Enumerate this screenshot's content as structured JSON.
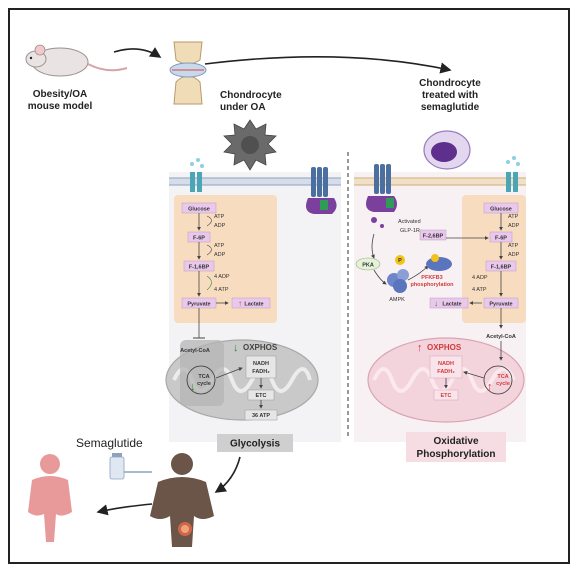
{
  "left_top": {
    "model_line1": "Obesity/OA",
    "model_line2": "mouse model"
  },
  "chondro_oa": {
    "line1": "Chondrocyte",
    "line2": "under OA"
  },
  "chondro_sema": {
    "line1": "Chondrocyte",
    "line2": "treated with",
    "line3": "semaglutide"
  },
  "left_panel": {
    "glucose": "Glucose",
    "atp1": "ATP",
    "adp1": "ADP",
    "f6p": "F-6P",
    "atp2": "ATP",
    "adp2": "ADP",
    "f16bp": "F-1,6BP",
    "adp3": "4 ADP",
    "atp3": "4 ATP",
    "pyruvate": "Pyruvate",
    "lactate": "Lactate",
    "acetyl": "Acetyl-CoA",
    "oxphos": "OXPHOS",
    "nadh": "NADH",
    "fadh": "FADH₂",
    "tca1": "TCA",
    "tca2": "cycle",
    "etc": "ETC",
    "atp36": "36 ATP",
    "footer": "Glycolysis"
  },
  "right_panel": {
    "activated": "Activated",
    "glp1r": "GLP-1R",
    "pka": "PKA",
    "p": "P",
    "ampk": "AMPK",
    "f26bp": "F-2,6BP",
    "pfkfb3_1": "PFKFB3",
    "pfkfb3_2": "phosphorylation",
    "glucose": "Glucose",
    "atp1": "ATP",
    "adp1": "ADP",
    "f6p": "F-6P",
    "atp2": "ATP",
    "adp2": "ADP",
    "f16bp": "F-1,6BP",
    "adp3": "4 ADP",
    "atp3": "4 ATP",
    "lactate": "Lactate",
    "pyruvate": "Pyruvate",
    "acetyl": "Acetyl-CoA",
    "oxphos": "OXPHOS",
    "nadh": "NADH",
    "fadh": "FADH₂",
    "etc": "ETC",
    "tca1": "TCA",
    "tca2": "cycle",
    "footer1": "Oxidative",
    "footer2": "Phosphorylation"
  },
  "bottom": {
    "semaglutide": "Semaglutide"
  }
}
